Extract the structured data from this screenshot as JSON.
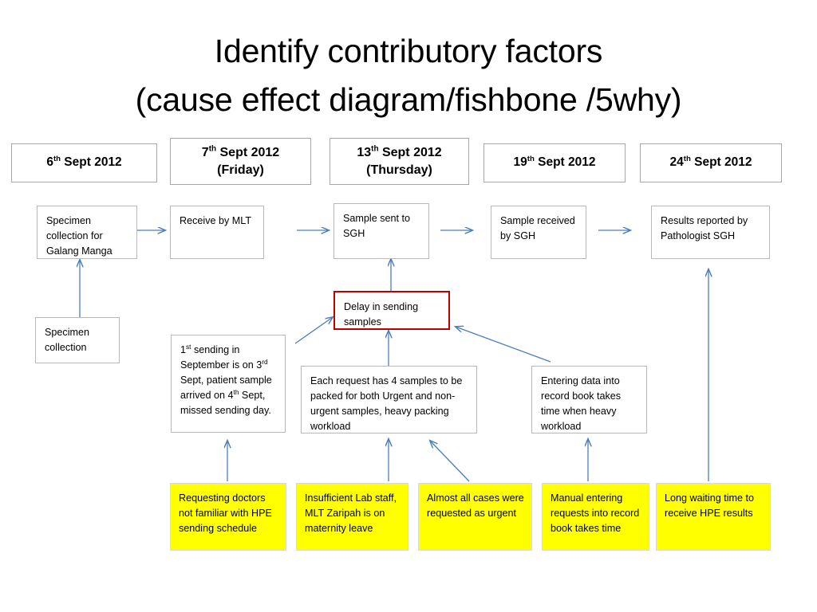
{
  "title": {
    "line1": "Identify contributory factors",
    "line2": "(cause effect diagram/fishbone /5why)"
  },
  "colors": {
    "arrow": "#4a7ebb",
    "highlight_border": "#c00000",
    "root_cause_fill": "#ffff00",
    "box_border": "#b8b8b8",
    "background": "#ffffff"
  },
  "timeline": {
    "dates": [
      {
        "day": "6",
        "ordinal": "th",
        "rest": " Sept 2012",
        "weekday": ""
      },
      {
        "day": "7",
        "ordinal": "th",
        "rest": " Sept 2012",
        "weekday": "(Friday)"
      },
      {
        "day": "13",
        "ordinal": "th",
        "rest": " Sept 2012",
        "weekday": "(Thursday)"
      },
      {
        "day": "19",
        "ordinal": "th",
        "rest": " Sept 2012",
        "weekday": ""
      },
      {
        "day": "24",
        "ordinal": "th",
        "rest": " Sept 2012",
        "weekday": ""
      }
    ]
  },
  "process_steps": [
    {
      "text": "Specimen collection for Galang Manga"
    },
    {
      "text": "Receive by MLT"
    },
    {
      "text": "Sample sent to SGH"
    },
    {
      "text": "Sample received by SGH"
    },
    {
      "text": "Results reported by Pathologist SGH"
    }
  ],
  "specimen_collection_box": {
    "text": "Specimen collection"
  },
  "problem_box": {
    "text": "Delay in sending samples"
  },
  "contributing_factors": [
    {
      "id": "first-sending",
      "segments": [
        {
          "t": "1",
          "sup": "st"
        },
        {
          "t": " sending in September is on 3",
          "sup": "rd"
        },
        {
          "t": " Sept, patient sample arrived on 4",
          "sup": "th"
        },
        {
          "t": " Sept, missed sending day.",
          "sup": ""
        }
      ]
    },
    {
      "id": "packing-workload",
      "text": "Each request has 4 samples to be packed for both Urgent and non-urgent samples, heavy packing workload"
    },
    {
      "id": "record-book-entry",
      "text": "Entering data into record book takes time when heavy workload"
    }
  ],
  "root_causes": [
    {
      "id": "doctors-unfamiliar",
      "text": "Requesting doctors not familiar with HPE sending schedule"
    },
    {
      "id": "insufficient-staff",
      "text": "Insufficient Lab staff, MLT Zaripah is on maternity leave"
    },
    {
      "id": "all-urgent",
      "text": "Almost all cases were requested as urgent"
    },
    {
      "id": "manual-entry",
      "text": "Manual entering requests into record book takes time"
    },
    {
      "id": "long-wait-hpe",
      "text": "Long waiting time to receive HPE results"
    }
  ]
}
